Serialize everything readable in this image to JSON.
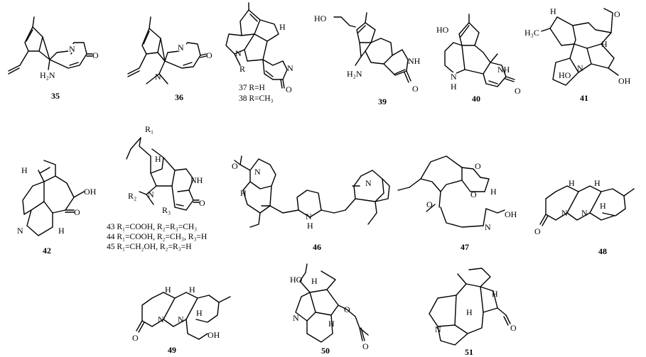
{
  "compounds": {
    "c35": {
      "num": "35",
      "atoms": [
        "O",
        "N",
        "H₂N"
      ]
    },
    "c36": {
      "num": "36",
      "atoms": [
        "O",
        "N",
        "N"
      ]
    },
    "c37_38": {
      "atoms": [
        "H",
        "N",
        "R",
        "N",
        "O"
      ],
      "notes": [
        "37 R=H",
        "38 R=CH₃"
      ]
    },
    "c39": {
      "num": "39",
      "atoms": [
        "HO",
        "H₂N",
        "NH",
        "O"
      ]
    },
    "c40": {
      "num": "40",
      "atoms": [
        "HO",
        "N",
        "H",
        "NH",
        "O"
      ]
    },
    "c41": {
      "num": "41",
      "atoms": [
        "H",
        "H₃C",
        "O",
        "H",
        "N",
        "HO",
        "OH"
      ]
    },
    "c42": {
      "num": "42",
      "atoms": [
        "H",
        "OH",
        "O",
        "N",
        "H"
      ]
    },
    "c43_45": {
      "atoms": [
        "R₁",
        "H",
        "NH",
        "O",
        "R₂",
        "N",
        "R₃"
      ],
      "notes": [
        "43 R₁=COOH, R₂=R₃=CH₃",
        "44 R₁=COOH, R₂=CH₃, R₃=H",
        "45 R₁=CH₂OH, R₂=R₃=H"
      ]
    },
    "c46": {
      "num": "46",
      "atoms": [
        "O",
        "N",
        "H",
        "N",
        "H",
        "N"
      ]
    },
    "c47": {
      "num": "47",
      "atoms": [
        "O",
        "O",
        "H",
        "N",
        "OH",
        "O"
      ]
    },
    "c48": {
      "num": "48",
      "atoms": [
        "H",
        "H",
        "H",
        "N",
        "N",
        "O"
      ]
    },
    "c49": {
      "num": "49",
      "atoms": [
        "H",
        "H",
        "H",
        "N",
        "N",
        "O",
        "OH"
      ]
    },
    "c50": {
      "num": "50",
      "atoms": [
        "HO",
        "H",
        "N",
        "H",
        "O",
        "O"
      ]
    },
    "c51": {
      "num": "51",
      "atoms": [
        "H",
        "H",
        "N",
        "O"
      ]
    }
  }
}
